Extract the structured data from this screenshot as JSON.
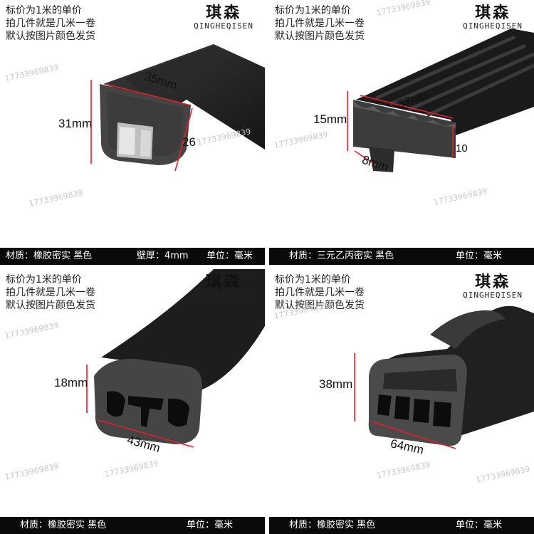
{
  "watermark": "17733969839",
  "brand": {
    "cn": "琪森",
    "en": "QINGHEQISEN"
  },
  "panels": [
    {
      "promo": [
        "标价为1米的单价",
        "拍几件就是几米一卷",
        "默认按图片颜色发货"
      ],
      "dims": {
        "height": "31mm",
        "width": "35mm",
        "depth": "26"
      },
      "bar": {
        "material": "材质：橡胶密实 黑色",
        "thickness": "壁厚：4mm",
        "unit": "单位：毫米"
      }
    },
    {
      "promo": [
        "标价为1米的单价",
        "拍几件就是几米一卷",
        "默认按图片颜色发货"
      ],
      "dims": {
        "height": "15mm",
        "width": "37mm",
        "foot": "8mm",
        "side": "10"
      },
      "bar": {
        "material": "材质：三元乙丙密实 黑色",
        "unit": "单位：毫米"
      }
    },
    {
      "promo": [
        "标价为1米的单价",
        "拍几件就是几米一卷",
        "默认按图片颜色发货"
      ],
      "dims": {
        "height": "18mm",
        "width": "43mm"
      },
      "bar": {
        "material": "材质：橡胶密实 黑色",
        "unit": "单位：毫米"
      }
    },
    {
      "promo": [
        "标价为1米的单价",
        "拍几件就是几米一卷",
        "默认按图片颜色发货"
      ],
      "dims": {
        "height": "38mm",
        "width": "64mm"
      },
      "bar": {
        "material": "材质：橡胶密实 黑色",
        "unit": "单位：毫米"
      }
    }
  ]
}
